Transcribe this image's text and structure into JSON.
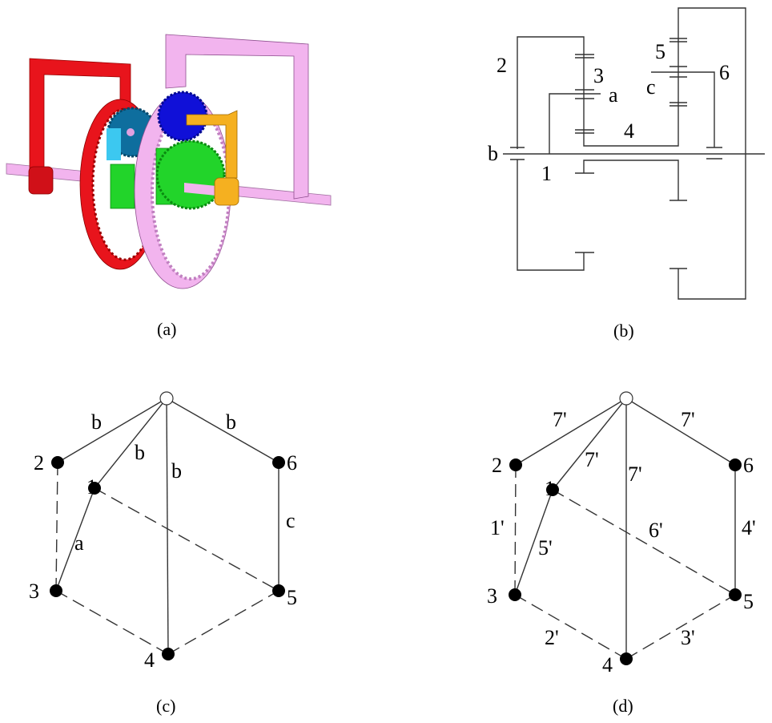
{
  "panels": {
    "a": {
      "caption": "(a)"
    },
    "b": {
      "caption": "(b)",
      "labels": {
        "member2": "2",
        "gear3": "3",
        "link_a": "a",
        "link_c": "c",
        "gear5": "5",
        "member6": "6",
        "ring4": "4",
        "bearing_b": "b",
        "shaft1": "1"
      }
    },
    "c": {
      "caption": "(c)",
      "nodes": [
        "1",
        "2",
        "3",
        "4",
        "5",
        "6"
      ],
      "edge_labels": {
        "top_2": "b",
        "top_1": "b",
        "top_4": "b",
        "top_6": "b",
        "e1_3": "a",
        "e6_5": "c"
      }
    },
    "d": {
      "caption": "(d)",
      "nodes": [
        "1",
        "2",
        "3",
        "4",
        "5",
        "6"
      ],
      "edge_labels": {
        "top_2": "7'",
        "top_1": "7'",
        "top_4": "7'",
        "top_6": "7'",
        "e2_3": "1'",
        "e1_3": "5'",
        "e1_5": "6'",
        "e6_5": "4'",
        "e3_4": "2'",
        "e4_5": "3'"
      }
    }
  },
  "colors": {
    "red": "#e8141c",
    "pink": "#f2b4ee",
    "green": "#22d42a",
    "blue": "#1010d8",
    "teal": "#0e6e9e",
    "cyan": "#3cc8f0",
    "orange": "#f5b020"
  }
}
